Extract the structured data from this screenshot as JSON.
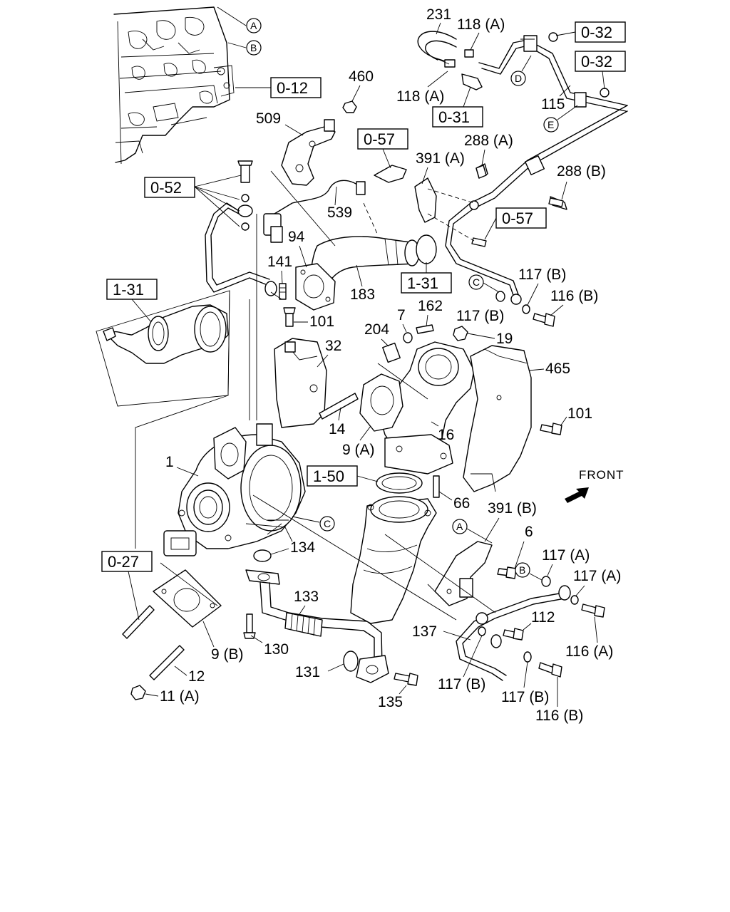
{
  "front_label": "FRONT",
  "ref_boxes": [
    {
      "id": "r_0_12",
      "text": "0-12"
    },
    {
      "id": "r_0_32a",
      "text": "0-32"
    },
    {
      "id": "r_0_32b",
      "text": "0-32"
    },
    {
      "id": "r_0_31",
      "text": "0-31"
    },
    {
      "id": "r_0_57a",
      "text": "0-57"
    },
    {
      "id": "r_0_57b",
      "text": "0-57"
    },
    {
      "id": "r_0_52",
      "text": "0-52"
    },
    {
      "id": "r_1_31a",
      "text": "1-31"
    },
    {
      "id": "r_1_31b",
      "text": "1-31"
    },
    {
      "id": "r_1_50",
      "text": "1-50"
    },
    {
      "id": "r_0_27",
      "text": "0-27"
    }
  ],
  "markers": [
    {
      "id": "m_A1",
      "text": "A"
    },
    {
      "id": "m_B1",
      "text": "B"
    },
    {
      "id": "m_D",
      "text": "D"
    },
    {
      "id": "m_E",
      "text": "E"
    },
    {
      "id": "m_C1",
      "text": "C"
    },
    {
      "id": "m_C2",
      "text": "C"
    },
    {
      "id": "m_A2",
      "text": "A"
    },
    {
      "id": "m_B2",
      "text": "B"
    }
  ],
  "callouts": [
    {
      "id": "c231",
      "text": "231"
    },
    {
      "id": "c118a_top",
      "text": "118 (A)"
    },
    {
      "id": "c118a_bot",
      "text": "118 (A)"
    },
    {
      "id": "c460",
      "text": "460"
    },
    {
      "id": "c115",
      "text": "115"
    },
    {
      "id": "c509",
      "text": "509"
    },
    {
      "id": "c288a",
      "text": "288 (A)"
    },
    {
      "id": "c391a",
      "text": "391 (A)"
    },
    {
      "id": "c288b",
      "text": "288 (B)"
    },
    {
      "id": "c539",
      "text": "539"
    },
    {
      "id": "c94",
      "text": "94"
    },
    {
      "id": "c141",
      "text": "141"
    },
    {
      "id": "c183",
      "text": "183"
    },
    {
      "id": "c117b_1",
      "text": "117 (B)"
    },
    {
      "id": "c116b_1",
      "text": "116 (B)"
    },
    {
      "id": "c117b_2",
      "text": "117 (B)"
    },
    {
      "id": "c7",
      "text": "7"
    },
    {
      "id": "c162",
      "text": "162"
    },
    {
      "id": "c204",
      "text": "204"
    },
    {
      "id": "c19",
      "text": "19"
    },
    {
      "id": "c101a",
      "text": "101"
    },
    {
      "id": "c32",
      "text": "32"
    },
    {
      "id": "c465",
      "text": "465"
    },
    {
      "id": "c14",
      "text": "14"
    },
    {
      "id": "c101b",
      "text": "101"
    },
    {
      "id": "c9a",
      "text": "9 (A)"
    },
    {
      "id": "c16",
      "text": "16"
    },
    {
      "id": "c1",
      "text": "1"
    },
    {
      "id": "c66",
      "text": "66"
    },
    {
      "id": "c391b",
      "text": "391 (B)"
    },
    {
      "id": "c6",
      "text": "6"
    },
    {
      "id": "c134",
      "text": "134"
    },
    {
      "id": "c117a_1",
      "text": "117 (A)"
    },
    {
      "id": "c117a_2",
      "text": "117 (A)"
    },
    {
      "id": "c133",
      "text": "133"
    },
    {
      "id": "c112",
      "text": "112"
    },
    {
      "id": "c137",
      "text": "137"
    },
    {
      "id": "c116a",
      "text": "116 (A)"
    },
    {
      "id": "c9b",
      "text": "9 (B)"
    },
    {
      "id": "c130",
      "text": "130"
    },
    {
      "id": "c131",
      "text": "131"
    },
    {
      "id": "c12",
      "text": "12"
    },
    {
      "id": "c135",
      "text": "135"
    },
    {
      "id": "c117b_3",
      "text": "117 (B)"
    },
    {
      "id": "c117b_4",
      "text": "117 (B)"
    },
    {
      "id": "c116b_2",
      "text": "116 (B)"
    },
    {
      "id": "c11a",
      "text": "11 (A)"
    }
  ]
}
